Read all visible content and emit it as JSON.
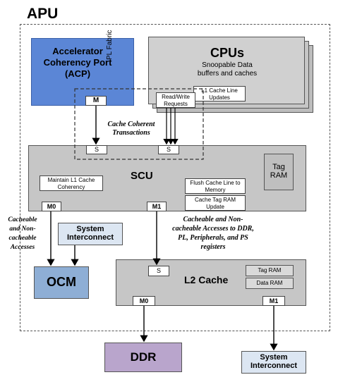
{
  "apu": {
    "title": "APU"
  },
  "acp": {
    "line1": "Accelerator",
    "line2": "Coherency Port",
    "line3": "(ACP)",
    "fabric": "PL Fabric",
    "port_m": "M"
  },
  "cpus": {
    "title": "CPUs",
    "subtitle1": "Snoopable Data",
    "subtitle2": "buffers and caches",
    "l1_update1": "L1 Cache Line",
    "l1_update2": "Updates",
    "rw1": "Read/Write",
    "rw2": "Requests"
  },
  "coherent_label1": "Cache Coherent",
  "coherent_label2": "Transactions",
  "scu": {
    "title": "SCU",
    "port_s1": "S",
    "port_s2": "S",
    "maintain1": "Maintain L1 Cache",
    "maintain2": "Coherency",
    "tag1": "Tag",
    "tag2": "RAM",
    "flush1": "Flush Cache Line to",
    "flush2": "Memory",
    "tagupd1": "Cache Tag RAM",
    "tagupd2": "Update",
    "port_m0": "M0",
    "port_m1": "M1"
  },
  "left_label": [
    "Cacheable",
    "and Non-",
    "cacheable",
    "Accesses"
  ],
  "sys_ic_top": {
    "line1": "System",
    "line2": "Interconnect"
  },
  "center_label": [
    "Cacheable and Non-",
    "cacheable Accesses to DDR,",
    "PL, Peripherals, and PS",
    "registers"
  ],
  "ocm": {
    "label": "OCM"
  },
  "l2": {
    "title": "L2 Cache",
    "port_s": "S",
    "tag_ram": "Tag RAM",
    "data_ram": "Data RAM",
    "port_m0": "M0",
    "port_m1": "M1"
  },
  "ddr": {
    "label": "DDR"
  },
  "sys_ic_bottom": {
    "line1": "System",
    "line2": "Interconnect"
  },
  "colors": {
    "acp_blue": "#5b86d6",
    "ocm_blue": "#8eaed5",
    "ddr_purple": "#b9a5cc",
    "block_gray": "#c6c6c6",
    "port_blue": "#dce6f2"
  }
}
